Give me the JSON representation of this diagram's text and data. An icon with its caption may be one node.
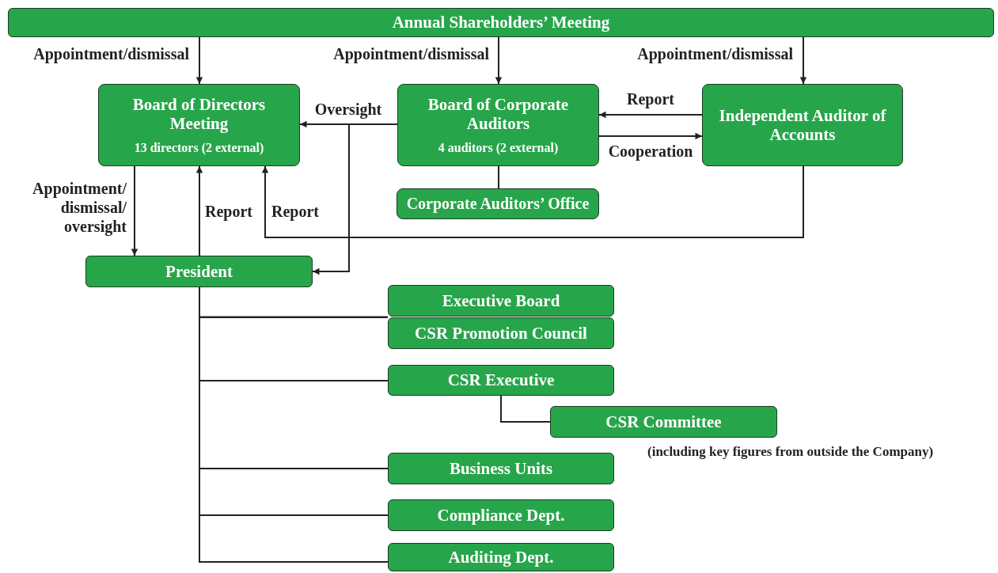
{
  "diagram": {
    "nodes": [
      {
        "text": [
          "Annual Shareholders’ Meeting"
        ]
      },
      {
        "text": [
          "Board of Directors Meeting",
          "13 directors (2 external)"
        ]
      },
      {
        "text": [
          "Board of Corporate Auditors",
          "4 auditors (2 external)"
        ]
      },
      {
        "text": [
          "Independent Auditor of Accounts"
        ]
      },
      {
        "text": [
          "Corporate Auditors’ Office"
        ]
      },
      {
        "text": [
          "President"
        ]
      },
      {
        "text": [
          "Executive Board"
        ]
      },
      {
        "text": [
          "CSR Promotion Council"
        ]
      },
      {
        "text": [
          "CSR Executive"
        ]
      },
      {
        "text": [
          "CSR Committee"
        ],
        "beside": [
          "(including key figures from outside the Company)"
        ]
      },
      {
        "text": [
          "Business Units"
        ]
      },
      {
        "text": [
          "Compliance Dept."
        ]
      },
      {
        "text": [
          "Auditing Dept."
        ]
      }
    ],
    "edges": [
      {
        "from": 0,
        "to": 1,
        "arrow": "to",
        "label": "Appointment/dismissal"
      },
      {
        "from": 0,
        "to": 2,
        "arrow": "to",
        "label": "Appointment/dismissal"
      },
      {
        "from": 0,
        "to": 3,
        "arrow": "to",
        "label": "Appointment/dismissal"
      },
      {
        "from": 2,
        "to": 1,
        "arrow": "to",
        "label": "Oversight"
      },
      {
        "from": 2,
        "to": 5,
        "arrow": "to"
      },
      {
        "from": 3,
        "to": 2,
        "arrow": "to",
        "label": "Report"
      },
      {
        "from": 2,
        "to": 3,
        "arrow": "to",
        "label": "Cooperation"
      },
      {
        "from": 2,
        "to": 4,
        "arrow": "none"
      },
      {
        "from": 3,
        "to": 1,
        "arrow": "to",
        "label": "Report"
      },
      {
        "from": 1,
        "to": 5,
        "arrow": "to",
        "label": "Appointment/ dismissal/ oversight"
      },
      {
        "from": 5,
        "to": 1,
        "arrow": "to",
        "label": "Report"
      },
      {
        "from": 5,
        "to": 6,
        "arrow": "none"
      },
      {
        "from": 5,
        "to": 7,
        "arrow": "none"
      },
      {
        "from": 5,
        "to": 8,
        "arrow": "none"
      },
      {
        "from": 8,
        "to": 9,
        "arrow": "none"
      },
      {
        "from": 5,
        "to": 10,
        "arrow": "none"
      },
      {
        "from": 5,
        "to": 11,
        "arrow": "none"
      },
      {
        "from": 5,
        "to": 12,
        "arrow": "none"
      }
    ]
  }
}
